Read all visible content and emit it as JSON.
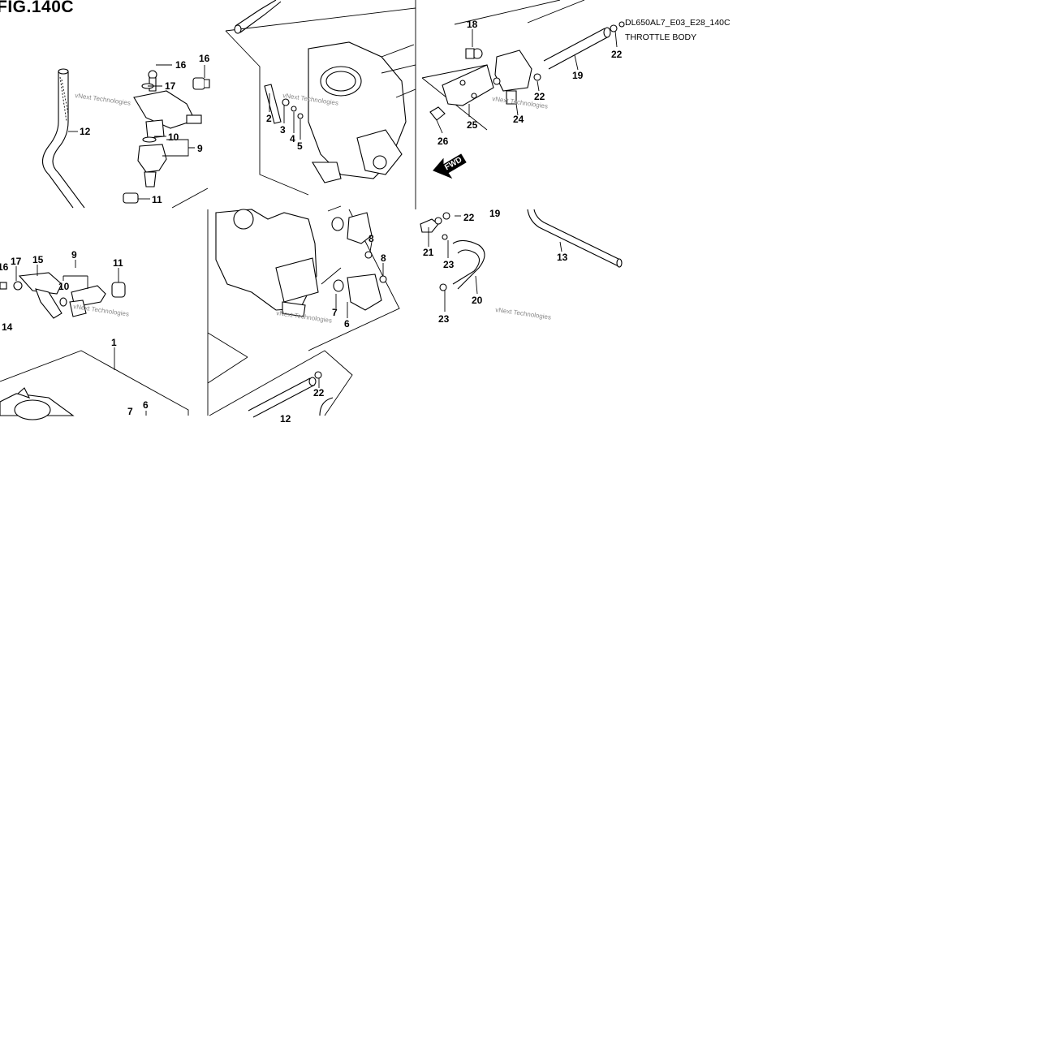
{
  "header": {
    "figure_title": "FIG.140C",
    "diagram_code": "DL650AL7_E03_E28_140C",
    "section_title": "THROTTLE BODY"
  },
  "arrow_label": "FWD",
  "watermark": "vNext Technologies",
  "callouts": {
    "p1": "1",
    "p2": "2",
    "p3": "3",
    "p4": "4",
    "p5": "5",
    "p6a": "6",
    "p6b": "6",
    "p7a": "7",
    "p7b": "7",
    "p8a": "8",
    "p8b": "8",
    "p9a": "9",
    "p9b": "9",
    "p10a": "10",
    "p10b": "10",
    "p11a": "11",
    "p11b": "11",
    "p12a": "12",
    "p12b": "12",
    "p13": "13",
    "p14": "14",
    "p15": "15",
    "p16a": "16",
    "p16b": "16",
    "p16c": "16",
    "p17a": "17",
    "p17b": "17",
    "p18": "18",
    "p19a": "19",
    "p19b": "19",
    "p20": "20",
    "p21": "21",
    "p22a": "22",
    "p22b": "22",
    "p22c": "22",
    "p22d": "22",
    "p23a": "23",
    "p23b": "23",
    "p24": "24",
    "p25": "25",
    "p26": "26"
  }
}
